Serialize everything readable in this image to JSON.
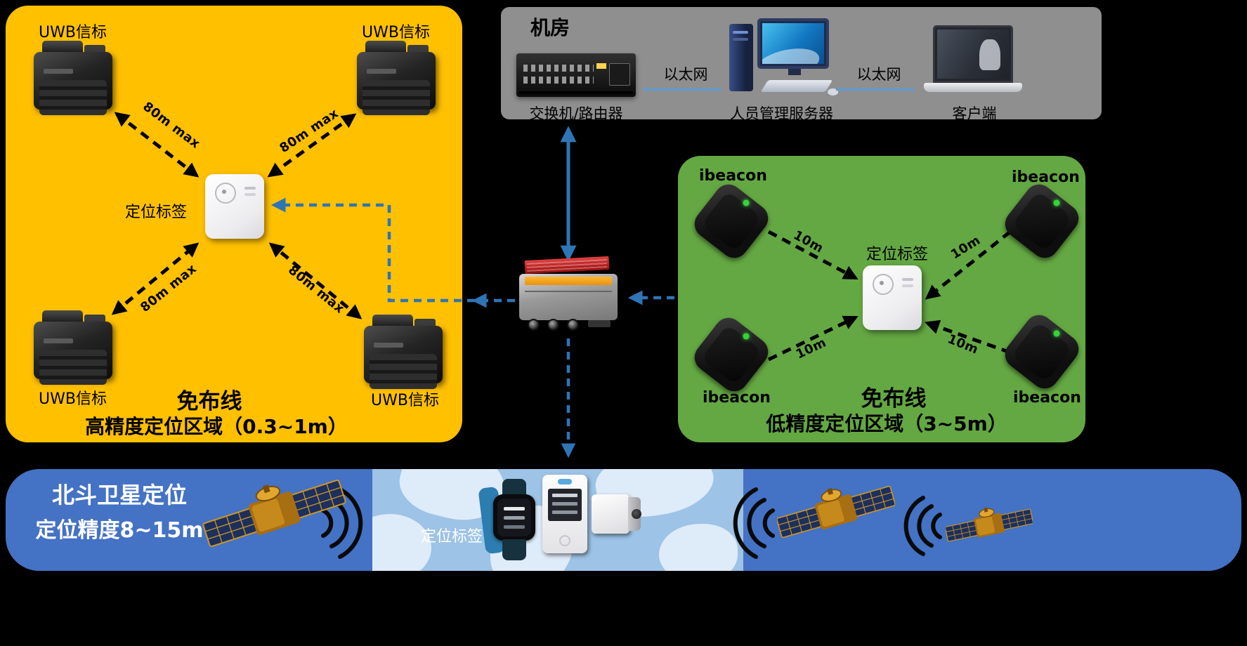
{
  "colors": {
    "uwb_zone_bg": "#FFC000",
    "server_room_bg": "#8F8F8F",
    "ibeacon_zone_bg": "#64A843",
    "beidou_bar_bg": "#4472C4",
    "map_bg": "#9DC3E6",
    "arrow_blue": "#2E75B6",
    "arrow_black": "#000000"
  },
  "uwb_zone": {
    "beacon_label": "UWB信标",
    "tag_label": "定位标签",
    "range_label": "80m max",
    "feature_label": "免布线",
    "area_label": "高精度定位区域（0.3~1m）"
  },
  "server_room": {
    "title": "机房",
    "switch_label": "交换机/路由器",
    "ethernet_label_left": "以太网",
    "server_label": "人员管理服务器",
    "ethernet_label_right": "以太网",
    "client_label": "客户端"
  },
  "ibeacon_zone": {
    "beacon_label": "ibeacon",
    "tag_label": "定位标签",
    "range_label": "10m",
    "feature_label": "免布线",
    "area_label": "低精度定位区域（3~5m）"
  },
  "beidou_zone": {
    "title": "北斗卫星定位",
    "accuracy_label": "定位精度8~15m",
    "tag_label": "定位标签"
  }
}
